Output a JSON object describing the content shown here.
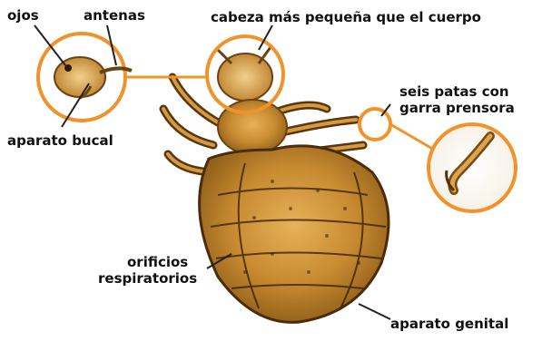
{
  "title": "",
  "colors": {
    "accent_orange": "#f0932b",
    "body_fill": "#c98a2e",
    "body_dark": "#3a2208",
    "background": "#ffffff"
  },
  "labels": {
    "ojos": "ojos",
    "antenas": "antenas",
    "cabeza": "cabeza más pequeña que el cuerpo",
    "aparato_bucal": "aparato bucal",
    "seis_patas_line1": "seis patas con",
    "seis_patas_line2": "garra prensora",
    "orificios_line1": "orificios",
    "orificios_line2": "respiratorios",
    "aparato_genital": "aparato genital"
  }
}
